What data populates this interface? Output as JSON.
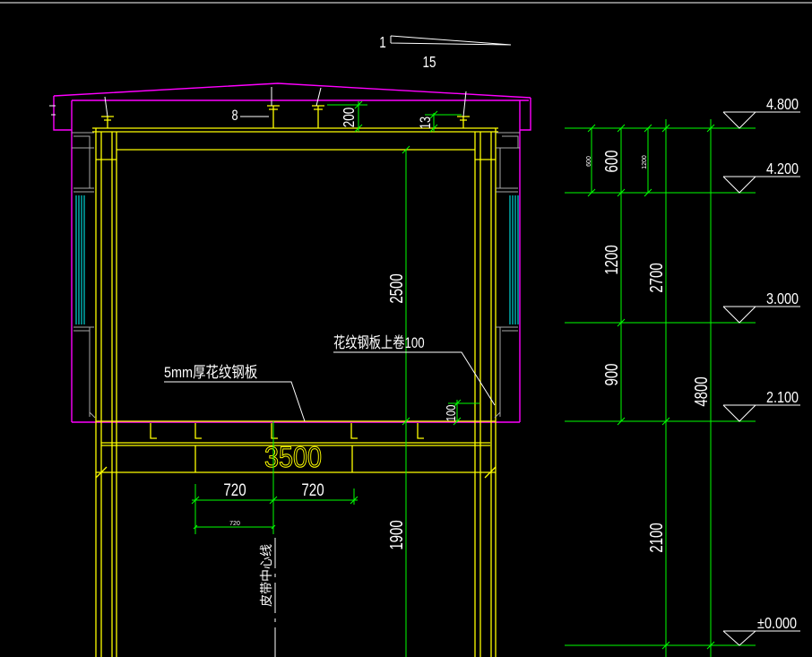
{
  "drawing": {
    "background": "#000000",
    "colors": {
      "yellow": "#ffff00",
      "magenta": "#ff00ff",
      "green": "#00ff00",
      "cyan": "#00ffff",
      "white": "#ffffff",
      "gray": "#a8a8a8"
    }
  },
  "slope": {
    "rise": "1",
    "run": "15"
  },
  "roof": {
    "purlin_label": "8",
    "dim_200": "200",
    "dim_13": "13"
  },
  "elevations": [
    "4.800",
    "4.200",
    "3.000",
    "2.100",
    "±0.000"
  ],
  "right_dims": {
    "d600": "600",
    "d600_small": "600",
    "d1200_small": "1200",
    "d1200": "1200",
    "d900": "900",
    "d2700": "2700",
    "d2100": "2100",
    "d4800": "4800"
  },
  "center_dims": {
    "d2500": "2500",
    "d1900": "1900",
    "d100": "100"
  },
  "notes": {
    "plate_turnup": "花纹钢板上卷100",
    "plate": "5mm厚花纹钢板",
    "belt_centerline": "皮带中心线"
  },
  "bottom_dims": {
    "span": "3500",
    "left_720": "720",
    "right_720": "720",
    "small_720": "720"
  }
}
